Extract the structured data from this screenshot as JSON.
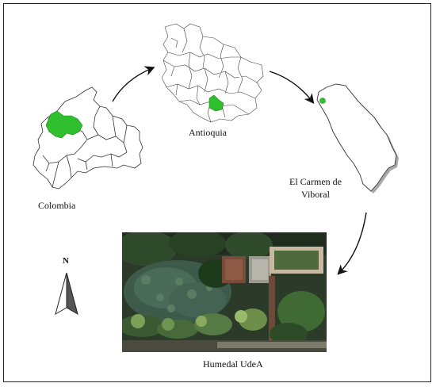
{
  "labels": {
    "colombia": "Colombia",
    "antioquia": "Antioquia",
    "municipality_line1": "El Carmen de",
    "municipality_line2": "Viboral",
    "site": "Humedal UdeA",
    "north": "N"
  },
  "colors": {
    "highlight": "#2fbf2f",
    "outline": "#333333",
    "arrow": "#111111"
  },
  "icons": [
    "north-arrow-icon",
    "flow-arrow-icon"
  ]
}
